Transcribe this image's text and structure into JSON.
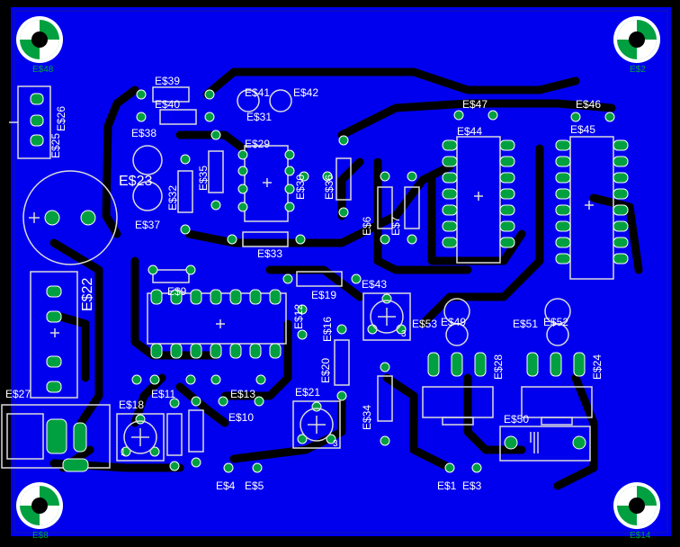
{
  "colors": {
    "background": "#000000",
    "copper": "#0000ee",
    "copper_dark": "#0a0ac8",
    "trace": "#000000",
    "pad": "#00a040",
    "silk": "#dcdcdc",
    "label": "#ffffff"
  },
  "labels": {
    "E39": "E$39",
    "E40": "E$40",
    "E41": "E$41",
    "E42": "E$42",
    "E31": "E$31",
    "E26": "E$26",
    "E25": "E$25",
    "E38": "E$38",
    "E29": "E$29",
    "E23": "E$23",
    "E35": "E$35",
    "E32": "E$32",
    "E30": "E$30",
    "E36": "E$36",
    "E37": "E$37",
    "E33": "E$33",
    "E47": "E$47",
    "E44": "E$44",
    "E46": "E$46",
    "E45": "E$45",
    "E6": "E$6",
    "E7": "E$7",
    "E22": "E$22",
    "E9": "E$9",
    "E19": "E$19",
    "E43": "E$43",
    "E12": "E$12",
    "E16": "E$16",
    "E53": "E$53",
    "E49": "E$49",
    "E51": "E$51",
    "E52": "E$52",
    "E20": "E$20",
    "E28": "E$28",
    "E24": "E$24",
    "E27": "E$27",
    "E11": "E$11",
    "E13": "E$13",
    "E10": "E$10",
    "E21": "E$21",
    "E18": "E$18",
    "E34": "E$34",
    "E50": "E$50",
    "E4": "E$4",
    "E5": "E$5",
    "E1": "E$1",
    "E3": "E$3",
    "E48": "E$48",
    "E2": "E$2",
    "E8": "E$8",
    "E14": "E$14"
  },
  "pin_labels": {
    "one": "1",
    "three": "3"
  }
}
